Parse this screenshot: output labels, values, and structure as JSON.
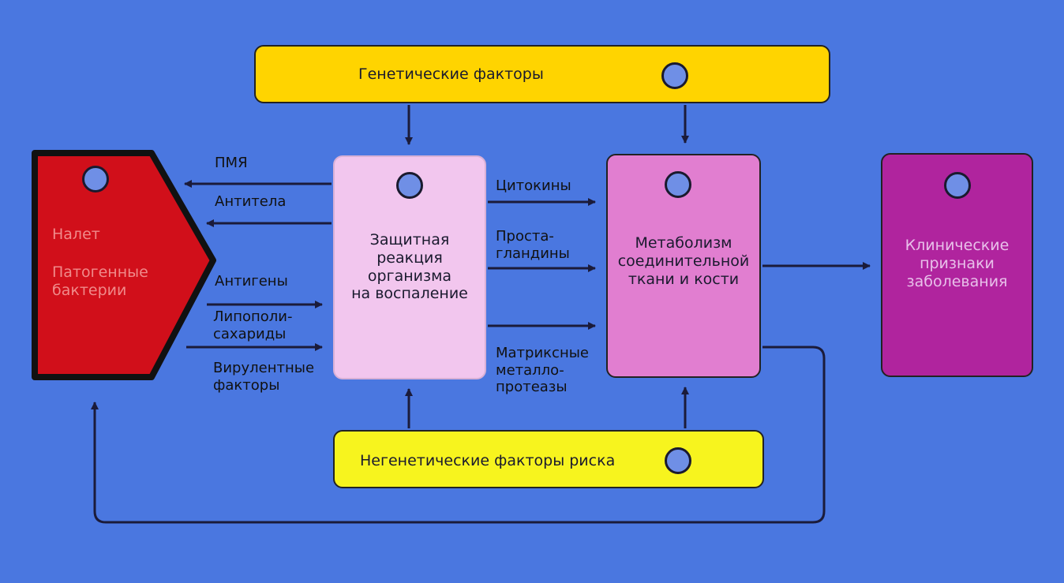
{
  "genetic_factors": {
    "label": "Генетические факторы"
  },
  "nongenetic_factors": {
    "label": "Негенетические факторы риска"
  },
  "plaque": {
    "title": "Налет",
    "subtitle_lines": [
      "Патогенные",
      "бактерии"
    ]
  },
  "host_response": {
    "lines": [
      "Защитная",
      "реакция",
      "организма",
      "на воспаление"
    ]
  },
  "metabolism": {
    "lines": [
      "Метаболизм",
      "соединительной",
      "ткани и кости"
    ]
  },
  "clinical": {
    "lines": [
      "Клинические",
      "признаки",
      "заболевания"
    ]
  },
  "arrow_labels": {
    "pmn": "ПМЯ",
    "antibodies": "Антитела",
    "antigens": "Антигены",
    "lps": [
      "Липополи-",
      "сахариды"
    ],
    "virulence": [
      "Вирулентные",
      "факторы"
    ],
    "cytokines": "Цитокины",
    "prostaglandins": [
      "Проста-",
      "гландины"
    ],
    "mmp": [
      "Матриксные",
      "металло-",
      "протеазы"
    ]
  },
  "colors": {
    "background": "#4a77e0",
    "genetic": "#ffd400",
    "nongenetic": "#f7f41e",
    "plaque": "#d10f1a",
    "host_response": "#f2c6ee",
    "metabolism": "#e17ed0",
    "clinical": "#b0249e",
    "arrow": "#1b1b3a"
  }
}
